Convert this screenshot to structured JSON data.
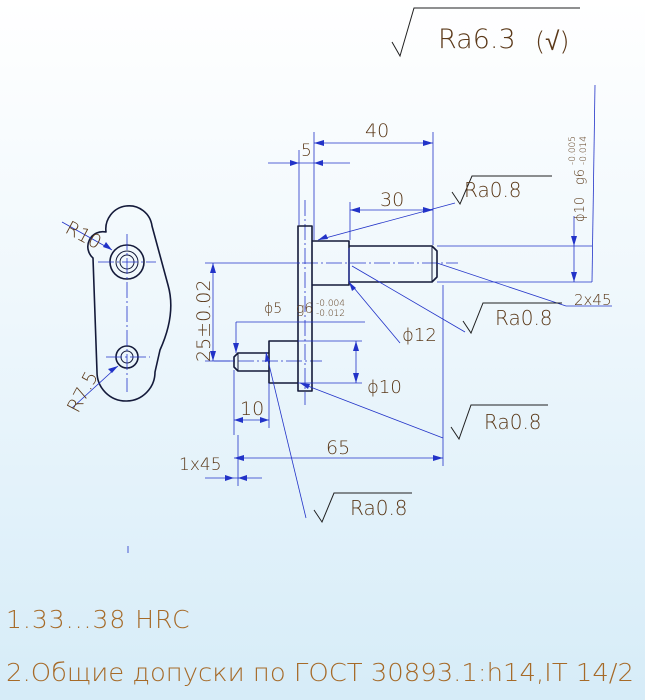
{
  "general_roughness": {
    "value": "Ra6.3",
    "mark": "(√)"
  },
  "dimensions": {
    "d40": "40",
    "d5": "5",
    "d30": "30",
    "d25": "25±0.02",
    "d10": "10",
    "d65": "65",
    "d1x45": "1x45",
    "d2x45": "2x45",
    "dia12": "ϕ12",
    "dia10_lower": "ϕ10",
    "dia10_right": "ϕ10",
    "dia5": "ϕ5",
    "r10": "R10",
    "r75": "R7.5"
  },
  "tolerances": {
    "g6_right": {
      "base": "g6",
      "upper": "-0.005",
      "lower": "-0.014"
    },
    "g6_left": {
      "base": "g6",
      "upper": "-0.004",
      "lower": "-0.012"
    }
  },
  "roughness_marks": {
    "r1": "Ra0.8",
    "r2": "Ra0.8",
    "r3": "Ra0.8",
    "r4": "Ra0.8"
  },
  "notes": {
    "note1": "1.33...38 HRC",
    "note2": "2.Общие допуски по ГОСТ 30893.1:h14,IT 14/2"
  }
}
